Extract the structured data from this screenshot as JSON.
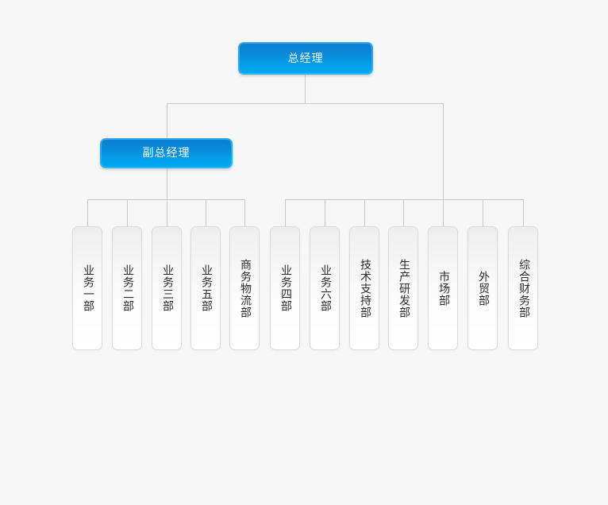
{
  "chart": {
    "type": "org-chart",
    "background_color": "#f7f7f7",
    "line_color": "#c9c9c9",
    "node_colors": {
      "manager_blue_top": "#0c7fd2",
      "manager_blue_bottom": "#00a8f2",
      "manager_border": "#2ea4e6",
      "manager_text": "#ffffff",
      "leaf_background_top": "#ededed",
      "leaf_background_bottom": "#ffffff",
      "leaf_border": "#dcdcdc",
      "leaf_text": "#2b2b2b"
    },
    "root": {
      "label": "总经理"
    },
    "deputy": {
      "label": "副总经理"
    },
    "left_group": [
      {
        "label": "业务一部"
      },
      {
        "label": "业务二部"
      },
      {
        "label": "业务三部"
      },
      {
        "label": "业务五部"
      },
      {
        "label": "商务物流部"
      }
    ],
    "right_group": [
      {
        "label": "业务四部"
      },
      {
        "label": "业务六部"
      },
      {
        "label": "技术支持部"
      },
      {
        "label": "生产研发部"
      },
      {
        "label": "市场部"
      },
      {
        "label": "外贸部"
      },
      {
        "label": "综合财务部"
      }
    ]
  }
}
